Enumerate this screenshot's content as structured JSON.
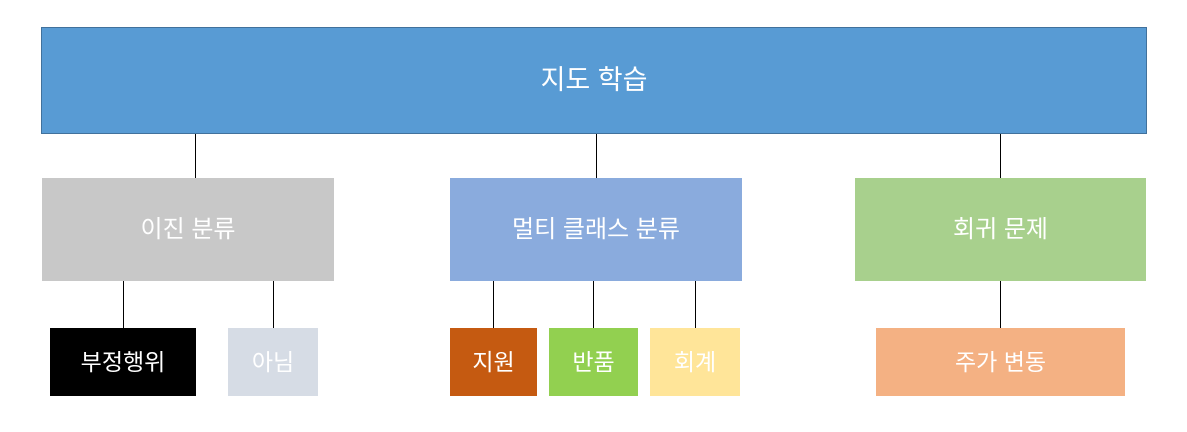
{
  "diagram": {
    "type": "hierarchy-tree",
    "levels": 3,
    "root": {
      "id": "supervised-learning",
      "label": "지도 학습",
      "fill": "#589bd4",
      "border": "#41719c",
      "text_color": "#ffffff"
    },
    "categories": [
      {
        "id": "binary-classification",
        "label": "이진 분류",
        "fill": "#c8c8c8",
        "text_color": "#ffffff",
        "leaves": [
          {
            "id": "fraud",
            "label": "부정행위",
            "fill": "#000000",
            "text_color": "#ffffff"
          },
          {
            "id": "not-fraud",
            "label": "아님",
            "fill": "#d6dce5",
            "text_color": "#ffffff"
          }
        ]
      },
      {
        "id": "multiclass-classification",
        "label": "멀티 클래스 분류",
        "fill": "#8aabdd",
        "text_color": "#ffffff",
        "leaves": [
          {
            "id": "support",
            "label": "지원",
            "fill": "#c55a11",
            "text_color": "#ffffff"
          },
          {
            "id": "return",
            "label": "반품",
            "fill": "#92d050",
            "text_color": "#ffffff"
          },
          {
            "id": "accounting",
            "label": "회계",
            "fill": "#ffe599",
            "text_color": "#ffffff"
          }
        ]
      },
      {
        "id": "regression-problem",
        "label": "회귀 문제",
        "fill": "#a8d08d",
        "text_color": "#ffffff",
        "leaves": [
          {
            "id": "stock-price-change",
            "label": "주가 변동",
            "fill": "#f4b183",
            "text_color": "#ffffff"
          }
        ]
      }
    ],
    "connector_color": "#000000",
    "background": "#ffffff"
  }
}
